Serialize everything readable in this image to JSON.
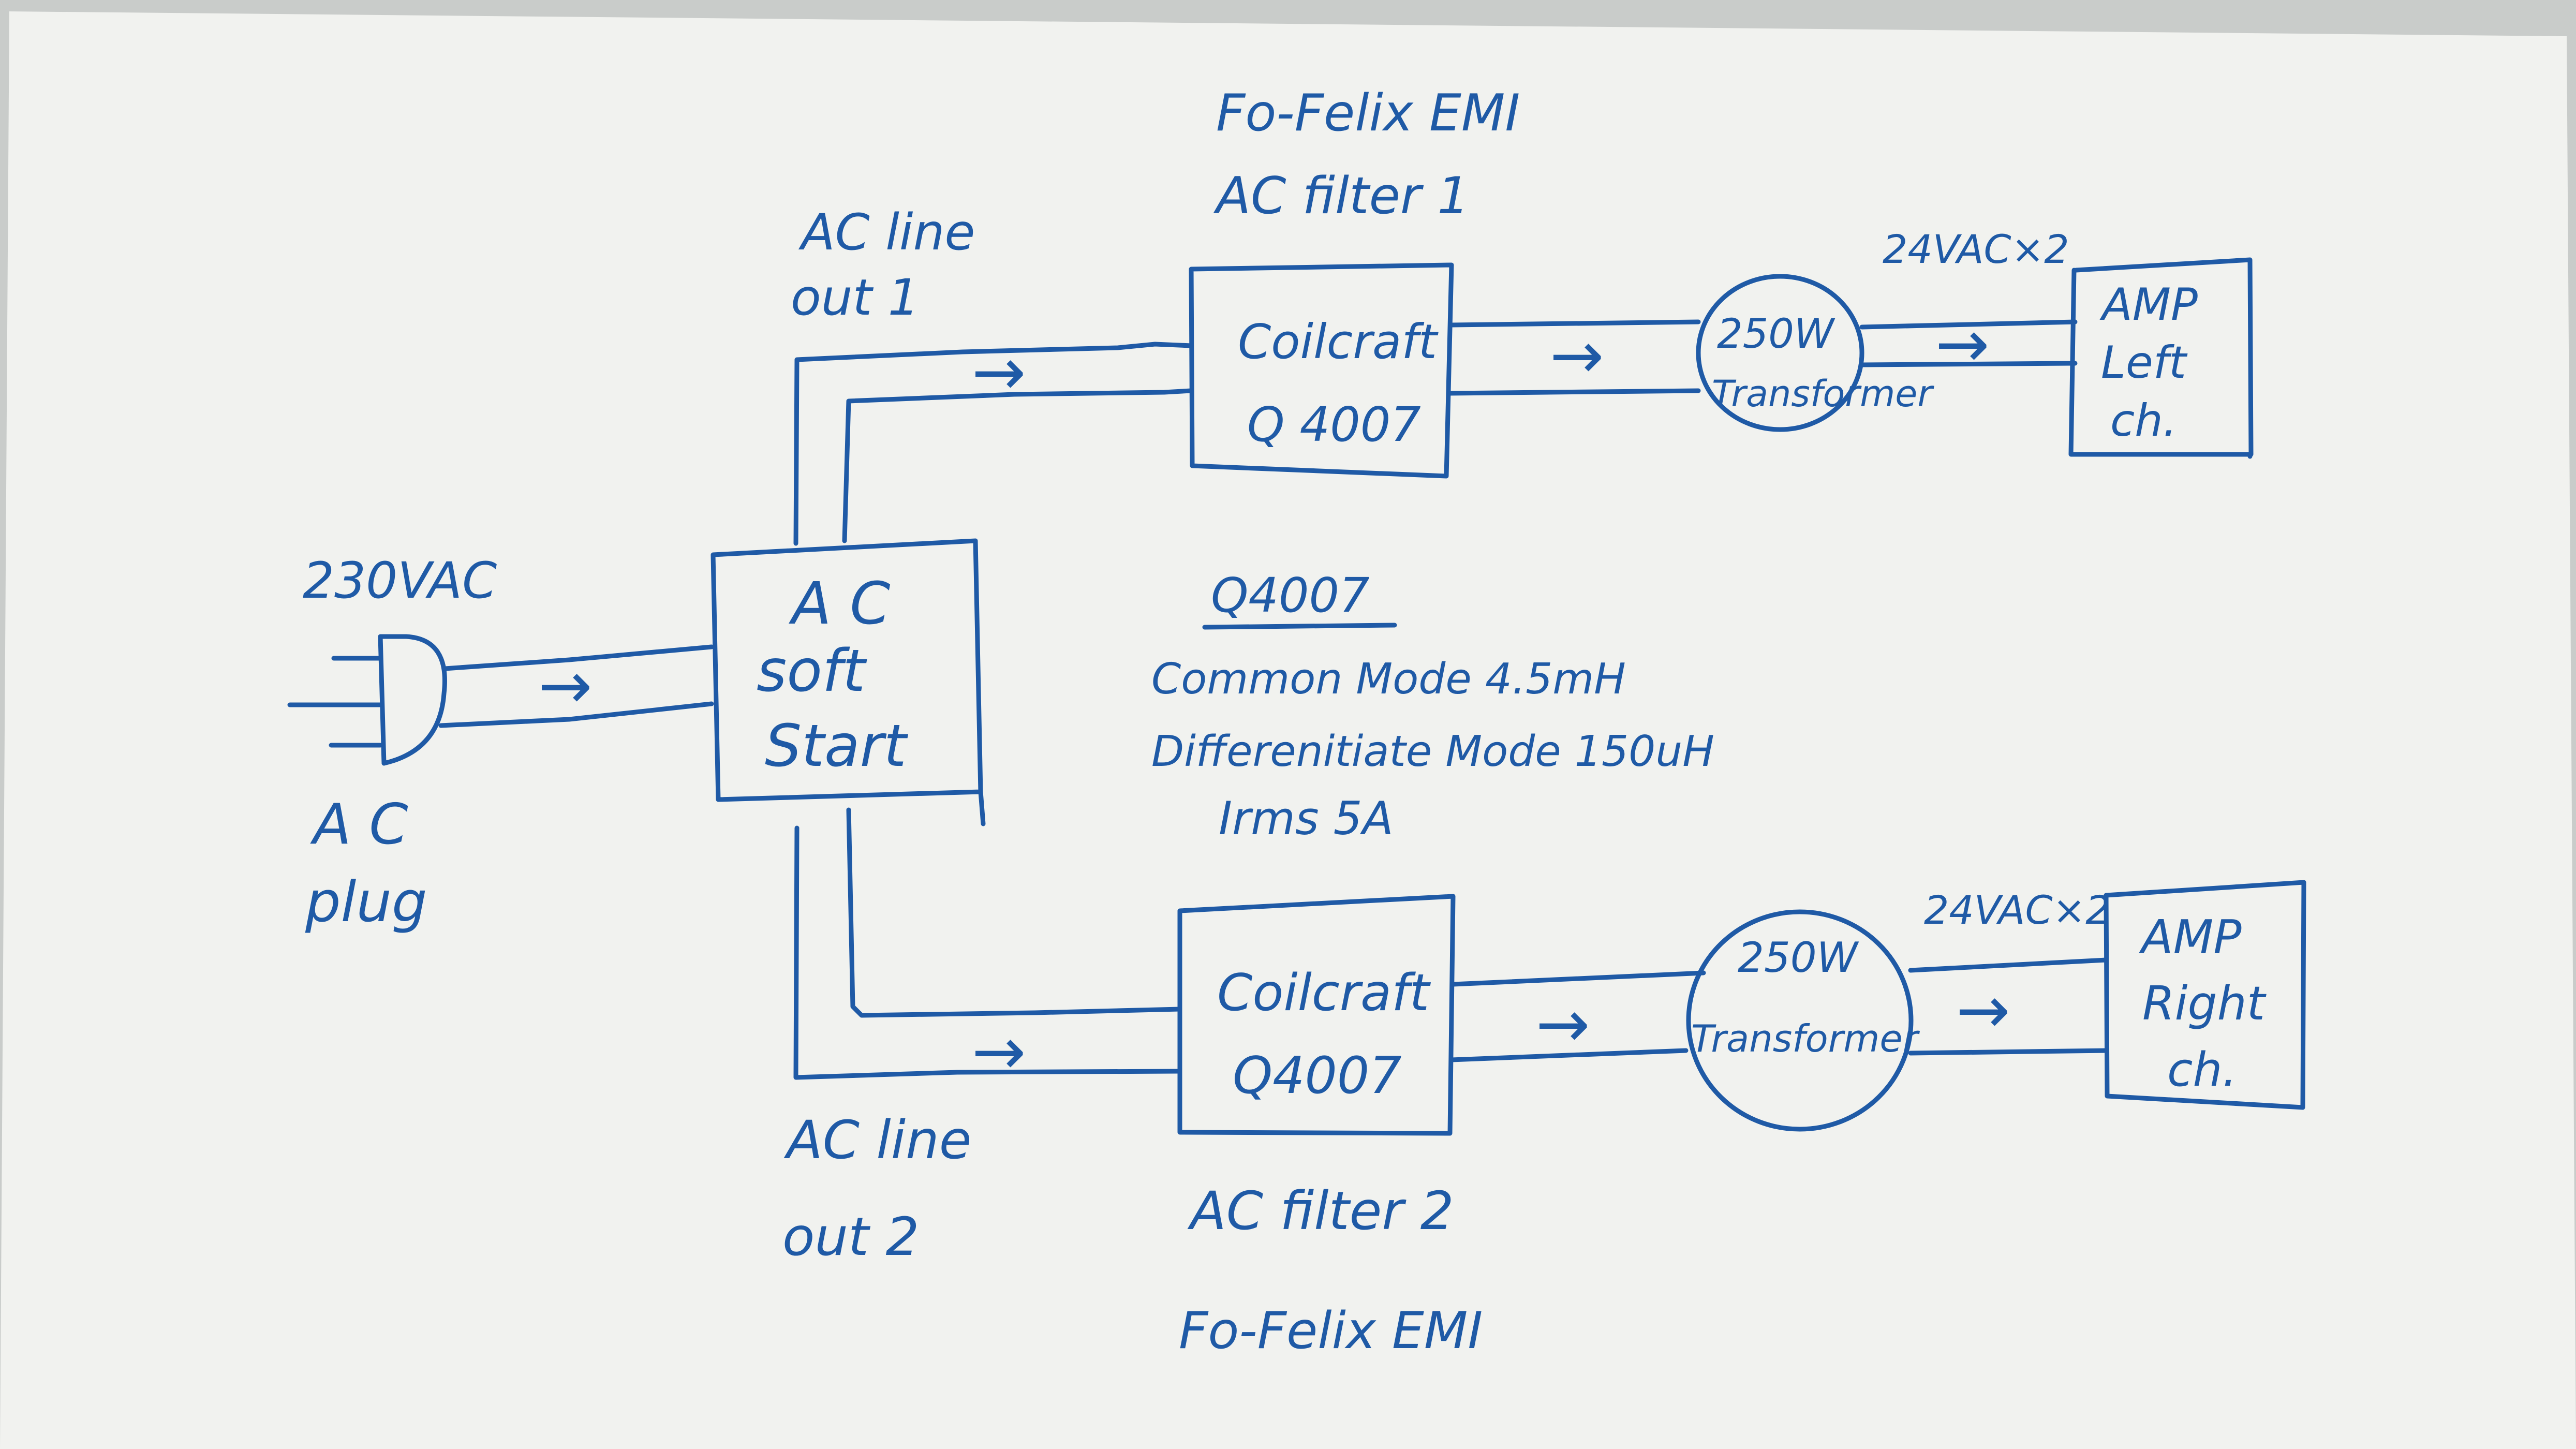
{
  "colors": {
    "ink": "#1f5aa6",
    "paper": "#f1f2ef",
    "background": "#c9ccca"
  },
  "labels": {
    "plug_voltage": "230VAC",
    "plug_name_1": "A C",
    "plug_name_2": "plug",
    "softstart_1": "A C",
    "softstart_2": "soft",
    "softstart_3": "Start",
    "line_out1_1": "AC line",
    "line_out1_2": "out 1",
    "line_out2_1": "AC line",
    "line_out2_2": "out 2",
    "filter1_title_1": "Fo-Felix EMI",
    "filter1_title_2": "AC filter 1",
    "filter1_box_1": "Coilcraft",
    "filter1_box_2": "Q 4007",
    "filter2_box_1": "Coilcraft",
    "filter2_box_2": "Q4007",
    "filter2_title_1": "AC filter 2",
    "filter2_title_2": "Fo-Felix EMI",
    "transformer1_1": "250W",
    "transformer1_2": "Transformer",
    "transformer2_1": "250W",
    "transformer2_2": "Transformer",
    "secondary1": "24VAC×2",
    "secondary2": "24VAC×2",
    "amp1_1": "AMP",
    "amp1_2": "Left",
    "amp1_3": "ch.",
    "amp2_1": "AMP",
    "amp2_2": "Right",
    "amp2_3": "ch.",
    "spec_title": "Q4007",
    "spec_common": "Common Mode 4.5mH",
    "spec_diff": "Differenitiate Mode 150uH",
    "spec_irms": "Irms 5A"
  },
  "arrow_glyph": "→"
}
